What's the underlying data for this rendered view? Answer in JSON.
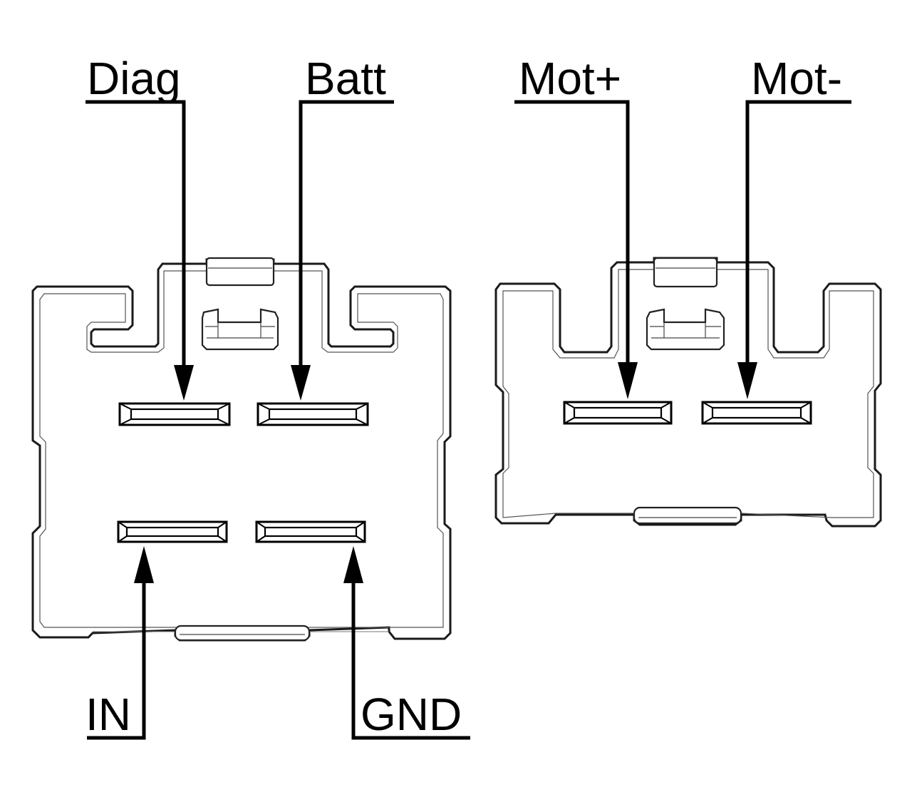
{
  "title": "Connector pinout diagram",
  "connectors": [
    {
      "id": "left-connector",
      "description": "4-pin connector",
      "pins": [
        {
          "label": "Diag",
          "row": "top",
          "column": "left",
          "label_position": "top"
        },
        {
          "label": "Batt",
          "row": "top",
          "column": "right",
          "label_position": "top"
        },
        {
          "label": "IN",
          "row": "bottom",
          "column": "left",
          "label_position": "bottom"
        },
        {
          "label": "GND",
          "row": "bottom",
          "column": "right",
          "label_position": "bottom"
        }
      ]
    },
    {
      "id": "right-connector",
      "description": "2-pin connector",
      "pins": [
        {
          "label": "Mot+",
          "row": "top",
          "column": "left",
          "label_position": "top"
        },
        {
          "label": "Mot-",
          "row": "top",
          "column": "right",
          "label_position": "top"
        }
      ]
    }
  ],
  "colors": {
    "line": "#000000",
    "background": "#ffffff"
  }
}
